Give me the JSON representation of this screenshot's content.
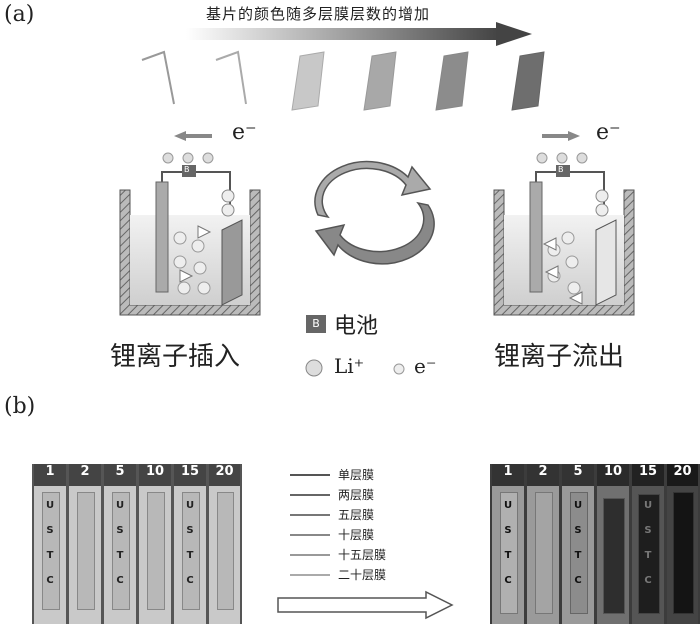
{
  "panel_a": {
    "label": "(a)",
    "title": "基片的颜色随多层膜层数的增加",
    "electron_left": "e⁻",
    "electron_right": "e⁻",
    "battery_letter": "B",
    "legend_battery": "电池",
    "legend_li": "Li⁺",
    "legend_e": "e⁻",
    "caption_left": "锂离子插入",
    "caption_right": "锂离子流出",
    "swatch_colors": [
      "#ffffff",
      "#ffffff",
      "#c8c8c8",
      "#a8a8a8",
      "#8c8c8c",
      "#6e6e6e"
    ]
  },
  "panel_b": {
    "label": "(b)",
    "strip_numbers_left": [
      "1",
      "2",
      "5",
      "10",
      "15",
      "20"
    ],
    "strip_numbers_right": [
      "1",
      "2",
      "5",
      "10",
      "15",
      "20"
    ],
    "strip_letters": [
      "U",
      "S",
      "T",
      "C"
    ],
    "film_legend": [
      "单层膜",
      "两层膜",
      "五层膜",
      "十层膜",
      "十五层膜",
      "二十层膜"
    ]
  }
}
